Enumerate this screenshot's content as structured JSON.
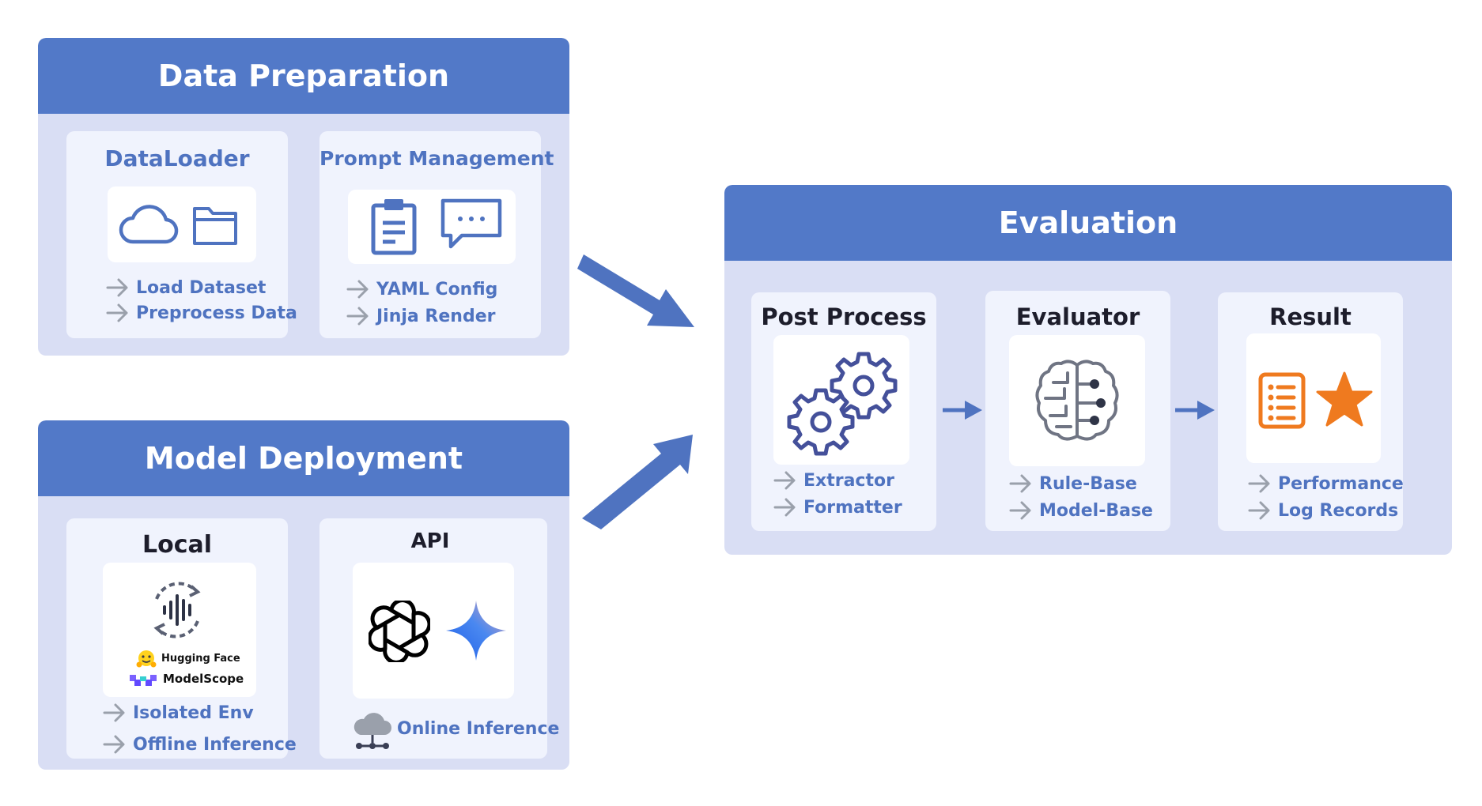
{
  "data_preparation": {
    "title": "Data Preparation",
    "dataloader": {
      "title": "DataLoader",
      "icons": [
        "cloud-icon",
        "folder-icon"
      ],
      "items": [
        "Load Dataset",
        "Preprocess Data"
      ]
    },
    "prompt_management": {
      "title": "Prompt Management",
      "icons": [
        "clipboard-icon",
        "chat-bubble-icon"
      ],
      "items": [
        "YAML Config",
        "Jinja Render"
      ]
    }
  },
  "model_deployment": {
    "title": "Model Deployment",
    "local": {
      "title": "Local",
      "icons": [
        "audio-sync-icon",
        "hugging-face-logo",
        "modelscope-logo"
      ],
      "logos": [
        "Hugging Face",
        "ModelScope"
      ],
      "items": [
        "Isolated Env",
        "Offline Inference"
      ]
    },
    "api": {
      "title": "API",
      "icons": [
        "openai-logo",
        "gemini-star-icon",
        "cloud-network-icon"
      ],
      "items": [
        "Online Inference"
      ]
    }
  },
  "evaluation": {
    "title": "Evaluation",
    "post_process": {
      "title": "Post Process",
      "icons": [
        "gears-icon"
      ],
      "items": [
        "Extractor",
        "Formatter"
      ]
    },
    "evaluator": {
      "title": "Evaluator",
      "icons": [
        "brain-circuit-icon"
      ],
      "items": [
        "Rule-Base",
        "Model-Base"
      ]
    },
    "result": {
      "title": "Result",
      "icons": [
        "report-list-icon",
        "star-icon"
      ],
      "items": [
        "Performance",
        "Log Records"
      ]
    }
  },
  "colors": {
    "header": "#5279c8",
    "panel": "#d9def4",
    "card": "#f0f3fd",
    "text_blue": "#4f73c0",
    "icon_navy": "#44509a",
    "accent_orange": "#ef7a1f"
  }
}
